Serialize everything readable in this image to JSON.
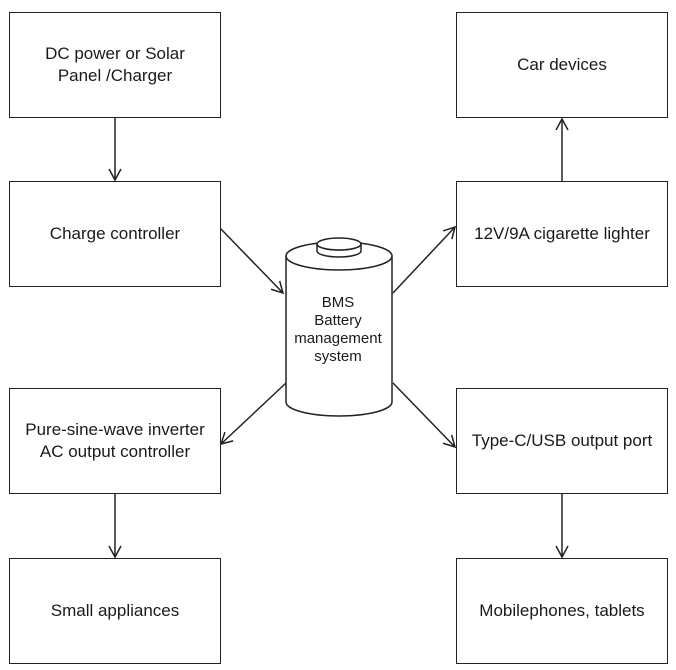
{
  "nodes": {
    "dc_power": {
      "line1": "DC power or Solar",
      "line2": "Panel /Charger"
    },
    "charge_controller": {
      "label": "Charge controller"
    },
    "inverter": {
      "line1": "Pure-sine-wave inverter",
      "line2": "AC output controller"
    },
    "small_appliances": {
      "label": "Small appliances"
    },
    "car_devices": {
      "label": "Car devices"
    },
    "cigarette_lighter": {
      "label": "12V/9A cigarette lighter"
    },
    "usb_port": {
      "label": "Type-C/USB output port"
    },
    "mobile_devices": {
      "label": "Mobilephones, tablets"
    },
    "bms": {
      "line1": "BMS",
      "line2": "Battery",
      "line3": "management",
      "line4": "system"
    }
  },
  "edges": [
    {
      "from": "dc_power",
      "to": "charge_controller"
    },
    {
      "from": "charge_controller",
      "to": "bms"
    },
    {
      "from": "bms",
      "to": "inverter"
    },
    {
      "from": "inverter",
      "to": "small_appliances"
    },
    {
      "from": "bms",
      "to": "cigarette_lighter"
    },
    {
      "from": "cigarette_lighter",
      "to": "car_devices"
    },
    {
      "from": "bms",
      "to": "usb_port"
    },
    {
      "from": "usb_port",
      "to": "mobile_devices"
    }
  ]
}
